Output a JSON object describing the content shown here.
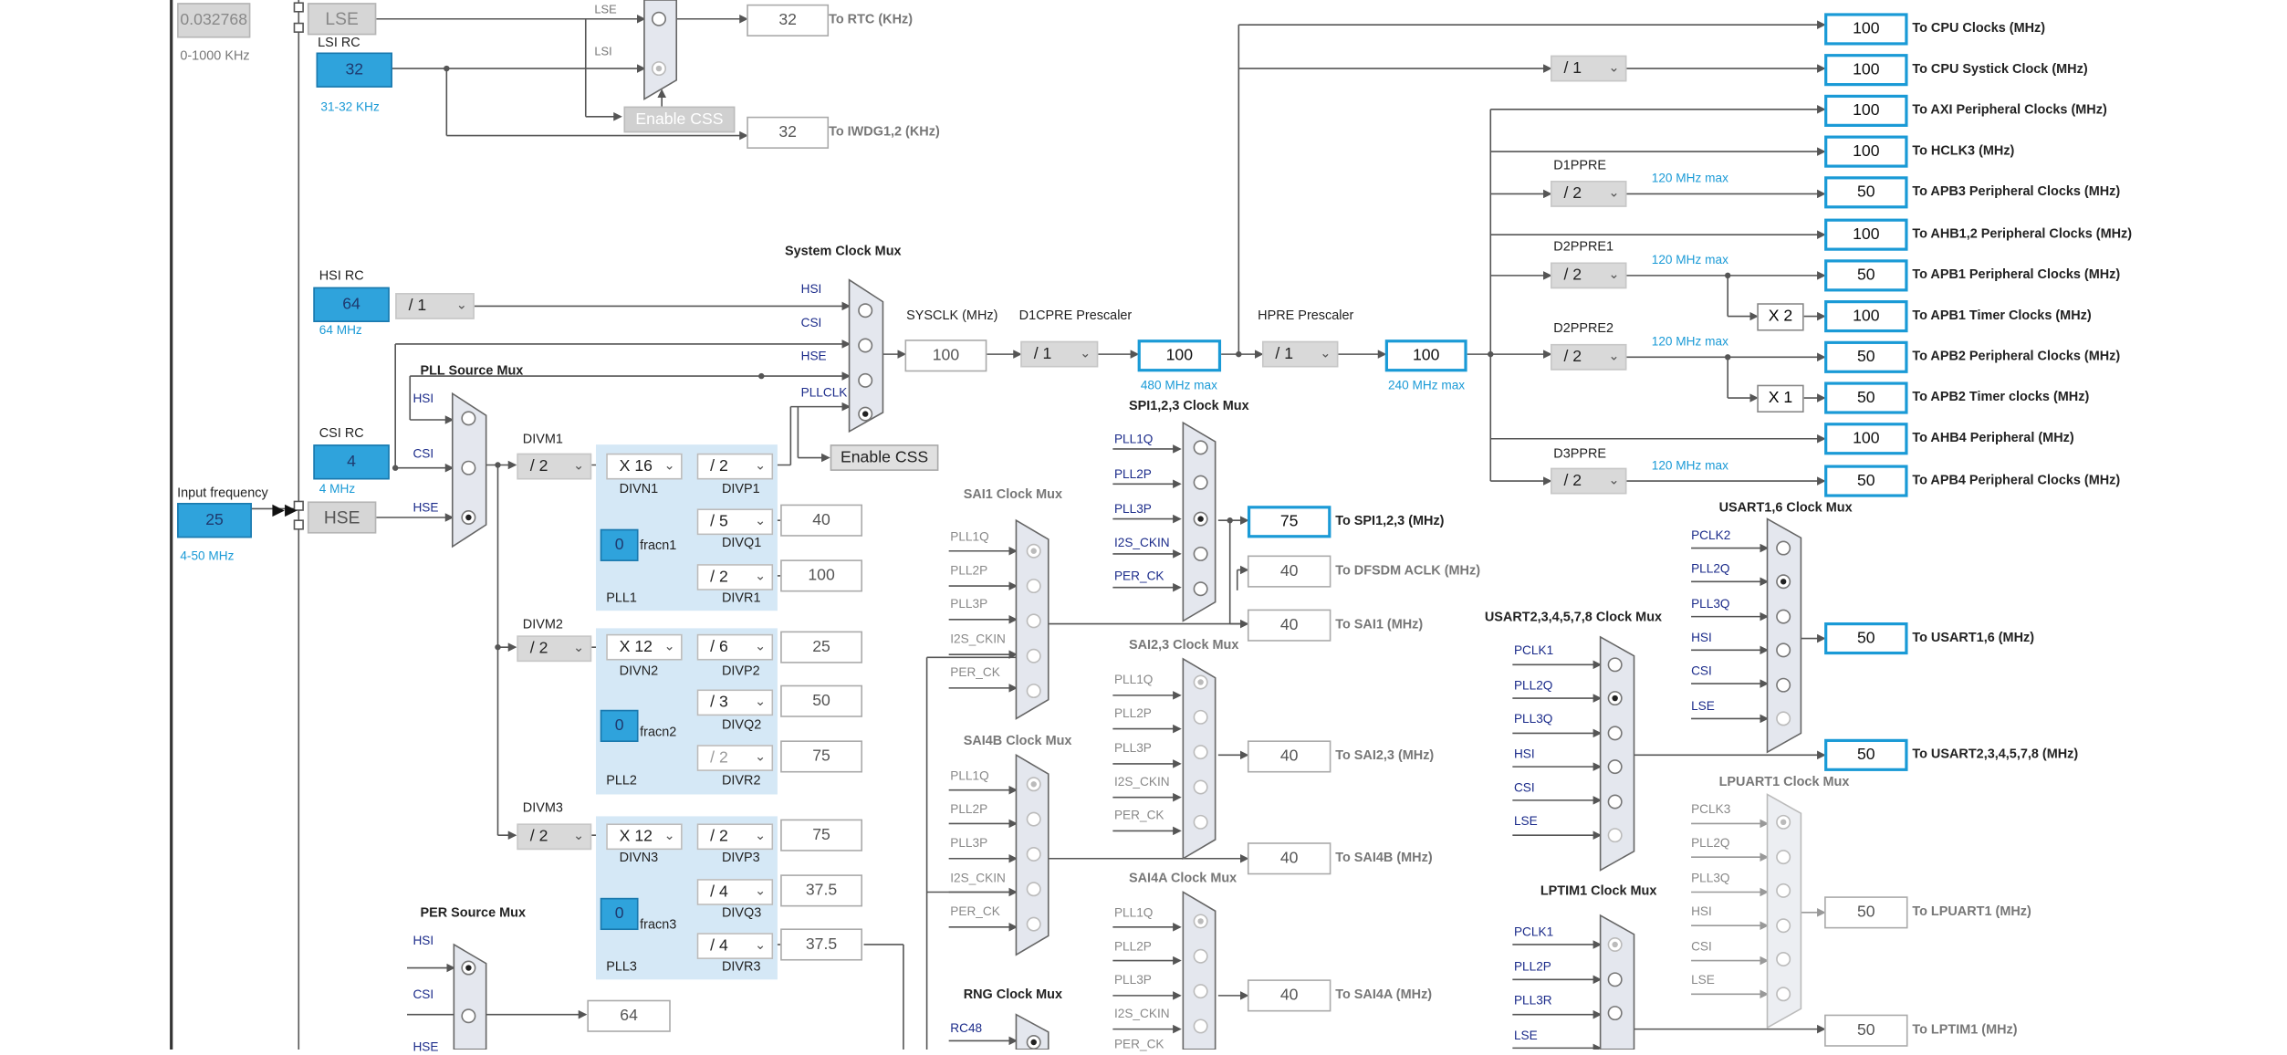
{
  "oscillators": {
    "lse_value": "0.032768",
    "lse_range": "0-1000 KHz",
    "lse_label": "LSE",
    "lsi_title": "LSI RC",
    "lsi_value": "32",
    "lsi_range": "31-32 KHz",
    "hsi_title": "HSI RC",
    "hsi_value": "64",
    "hsi_freq": "64 MHz",
    "hsi_div": "/ 1",
    "csi_title": "CSI RC",
    "csi_value": "4",
    "csi_freq": "4 MHz",
    "input_title": "Input frequency",
    "input_value": "25",
    "input_range": "4-50 MHz",
    "hse_label": "HSE"
  },
  "rtc": {
    "lse_in": "LSE",
    "lsi_in": "LSI",
    "rtc_value": "32",
    "rtc_label": "To RTC (KHz)",
    "css_button": "Enable CSS",
    "iwdg_value": "32",
    "iwdg_label": "To IWDG1,2 (KHz)"
  },
  "pll_source": {
    "title": "PLL Source Mux",
    "inputs": [
      "HSI",
      "CSI",
      "HSE"
    ]
  },
  "plls": [
    {
      "divm_label": "DIVM1",
      "divm": "/ 2",
      "divn": "X 16",
      "divn_label": "DIVN1",
      "frac": "0",
      "frac_label": "fracn1",
      "name": "PLL1",
      "divp": "/ 2",
      "divp_label": "DIVP1",
      "divq": "/ 5",
      "divq_label": "DIVQ1",
      "divq_out": "40",
      "divr": "/ 2",
      "divr_label": "DIVR1",
      "divr_out": "100"
    },
    {
      "divm_label": "DIVM2",
      "divm": "/ 2",
      "divn": "X 12",
      "divn_label": "DIVN2",
      "frac": "0",
      "frac_label": "fracn2",
      "name": "PLL2",
      "divp": "/ 6",
      "divp_label": "DIVP2",
      "divp_out": "25",
      "divq": "/ 3",
      "divq_label": "DIVQ2",
      "divq_out": "50",
      "divr": "/ 2",
      "divr_label": "DIVR2",
      "divr_out": "75"
    },
    {
      "divm_label": "DIVM3",
      "divm": "/ 2",
      "divn": "X 12",
      "divn_label": "DIVN3",
      "frac": "0",
      "frac_label": "fracn3",
      "name": "PLL3",
      "divp": "/ 2",
      "divp_label": "DIVP3",
      "divp_out": "75",
      "divq": "/ 4",
      "divq_label": "DIVQ3",
      "divq_out": "37.5",
      "divr": "/ 4",
      "divr_label": "DIVR3",
      "divr_out": "37.5"
    }
  ],
  "sysclk": {
    "mux_title": "System Clock Mux",
    "inputs": [
      "HSI",
      "CSI",
      "HSE",
      "PLLCLK"
    ],
    "sysclk_label": "SYSCLK (MHz)",
    "sysclk_value": "100",
    "css_button": "Enable CSS",
    "d1cpre_label": "D1CPRE Prescaler",
    "d1cpre": "/ 1",
    "cpu_value": "100",
    "cpu_max": "480 MHz max",
    "hpre_label": "HPRE Prescaler",
    "hpre": "/ 1",
    "hclk_value": "100",
    "hclk_max": "240 MHz max"
  },
  "outputs": {
    "systick_div": "/ 1",
    "d1ppre_label": "D1PPRE",
    "d1ppre": "/ 2",
    "d1_max": "120 MHz max",
    "d2ppre1_label": "D2PPRE1",
    "d2ppre1": "/ 2",
    "d2_1_max": "120 MHz max",
    "d2ppre2_label": "D2PPRE2",
    "d2ppre2": "/ 2",
    "d2_2_max": "120 MHz max",
    "d3ppre_label": "D3PPRE",
    "d3ppre": "/ 2",
    "d3_max": "120 MHz max",
    "x2": "X 2",
    "x1": "X 1",
    "rows": [
      {
        "value": "100",
        "label": "To CPU Clocks (MHz)"
      },
      {
        "value": "100",
        "label": "To CPU Systick Clock (MHz)"
      },
      {
        "value": "100",
        "label": "To AXI Peripheral Clocks (MHz)"
      },
      {
        "value": "100",
        "label": "To HCLK3 (MHz)"
      },
      {
        "value": "50",
        "label": "To APB3 Peripheral Clocks (MHz)"
      },
      {
        "value": "100",
        "label": "To AHB1,2 Peripheral Clocks (MHz)"
      },
      {
        "value": "50",
        "label": "To APB1 Peripheral Clocks (MHz)"
      },
      {
        "value": "100",
        "label": "To APB1 Timer Clocks (MHz)"
      },
      {
        "value": "50",
        "label": "To APB2 Peripheral Clocks (MHz)"
      },
      {
        "value": "50",
        "label": "To APB2 Timer clocks (MHz)"
      },
      {
        "value": "100",
        "label": "To AHB4 Peripheral (MHz)"
      },
      {
        "value": "50",
        "label": "To APB4 Peripheral Clocks (MHz)"
      }
    ]
  },
  "peripheral_muxes": {
    "spi123": {
      "title": "SPI1,2,3 Clock Mux",
      "inputs": [
        "PLL1Q",
        "PLL2P",
        "PLL3P",
        "I2S_CKIN",
        "PER_CK"
      ],
      "value": "75",
      "label": "To SPI1,2,3 (MHz)"
    },
    "dfsdm": {
      "value": "40",
      "label": "To DFSDM ACLK (MHz)"
    },
    "sai1": {
      "title": "SAI1 Clock Mux",
      "inputs": [
        "PLL1Q",
        "PLL2P",
        "PLL3P",
        "I2S_CKIN",
        "PER_CK"
      ],
      "value": "40",
      "label": "To SAI1 (MHz)"
    },
    "sai23": {
      "title": "SAI2,3 Clock Mux",
      "inputs": [
        "PLL1Q",
        "PLL2P",
        "PLL3P",
        "I2S_CKIN",
        "PER_CK"
      ],
      "value": "40",
      "label": "To SAI2,3 (MHz)"
    },
    "sai4b": {
      "title": "SAI4B Clock Mux",
      "inputs": [
        "PLL1Q",
        "PLL2P",
        "PLL3P",
        "I2S_CKIN",
        "PER_CK"
      ],
      "value": "40",
      "label": "To SAI4B (MHz)"
    },
    "sai4a": {
      "title": "SAI4A Clock Mux",
      "inputs": [
        "PLL1Q",
        "PLL2P",
        "PLL3P",
        "I2S_CKIN",
        "PER_CK"
      ],
      "value": "40",
      "label": "To SAI4A (MHz)"
    },
    "rng": {
      "title": "RNG Clock Mux",
      "inputs": [
        "RC48"
      ]
    },
    "per_source": {
      "title": "PER Source Mux",
      "inputs": [
        "HSI",
        "CSI",
        "HSE"
      ],
      "value": "64"
    },
    "usart16": {
      "title": "USART1,6 Clock Mux",
      "inputs": [
        "PCLK2",
        "PLL2Q",
        "PLL3Q",
        "HSI",
        "CSI",
        "LSE"
      ],
      "value": "50",
      "label": "To USART1,6 (MHz)"
    },
    "usart2_8": {
      "title": "USART2,3,4,5,7,8 Clock Mux",
      "inputs": [
        "PCLK1",
        "PLL2Q",
        "PLL3Q",
        "HSI",
        "CSI",
        "LSE"
      ],
      "value": "50",
      "label": "To USART2,3,4,5,7,8 (MHz)"
    },
    "lpuart1": {
      "title": "LPUART1 Clock Mux",
      "inputs": [
        "PCLK3",
        "PLL2Q",
        "PLL3Q",
        "HSI",
        "CSI",
        "LSE"
      ],
      "value": "50",
      "label": "To LPUART1 (MHz)"
    },
    "lptim1": {
      "title": "LPTIM1 Clock Mux",
      "inputs": [
        "PCLK1",
        "PLL2P",
        "PLL3R",
        "LSE"
      ],
      "value": "50",
      "label": "To LPTIM1 (MHz)"
    }
  }
}
